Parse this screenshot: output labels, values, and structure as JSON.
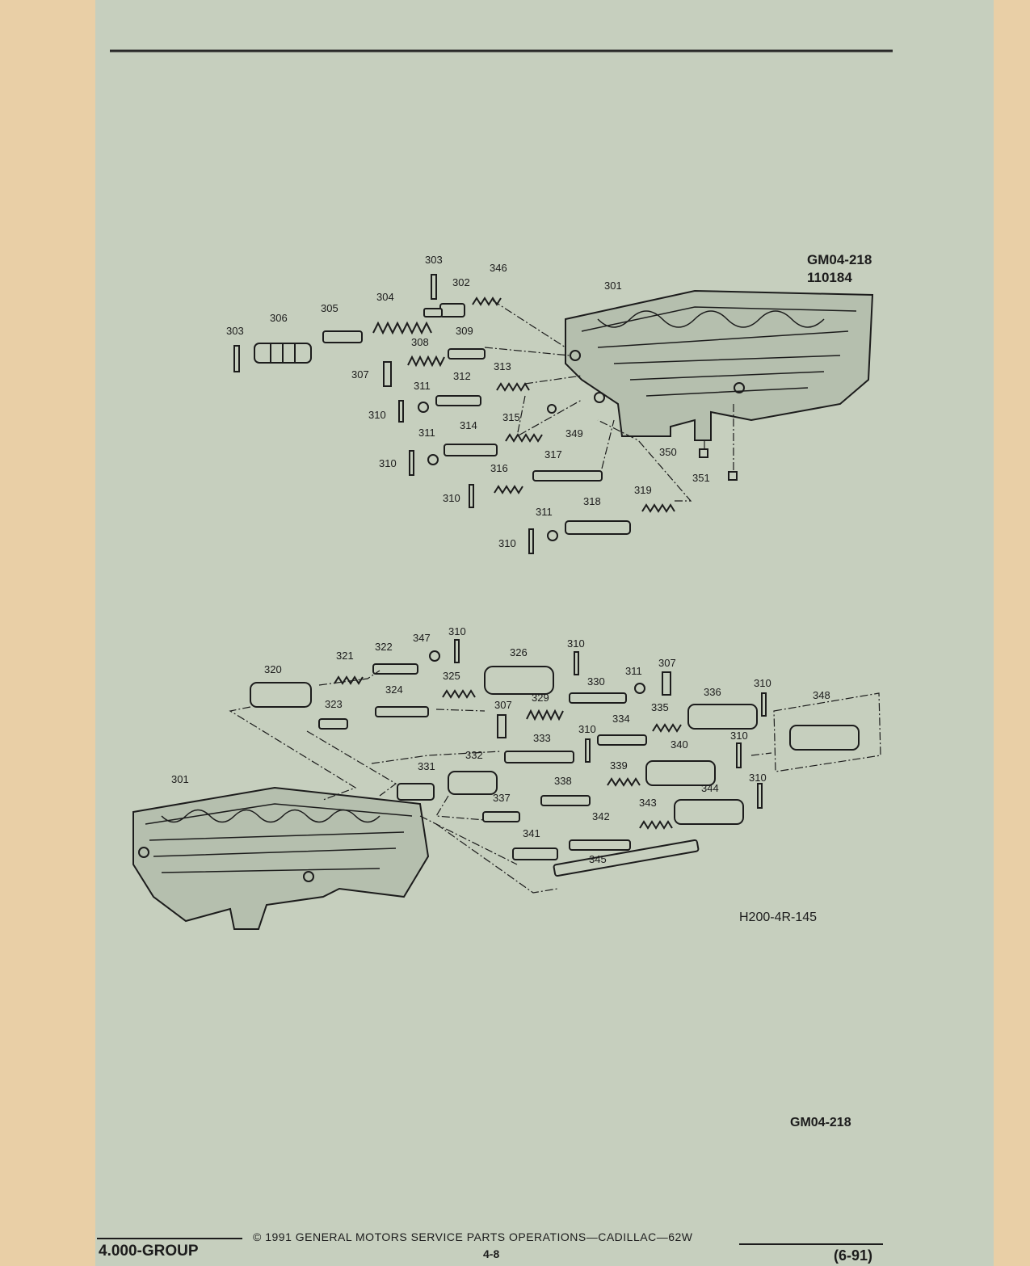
{
  "header_ref": {
    "code": "GM04-218",
    "number": "110184"
  },
  "drawing_ref": "H200-4R-145",
  "bottom_ref": "GM04-218",
  "footer": {
    "group": "4.000-GROUP",
    "copyright": "©  1991  GENERAL MOTORS SERVICE PARTS OPERATIONS—CADILLAC—62W",
    "page": "4-8",
    "date": "(6-91)"
  },
  "colors": {
    "paper": "#e9cfa6",
    "diagram_bg": "#c6cfbe",
    "ink": "#1c1c1c"
  },
  "callouts": [
    "301",
    "302",
    "303",
    "303",
    "304",
    "305",
    "306",
    "307",
    "308",
    "309",
    "310",
    "310",
    "310",
    "310",
    "311",
    "311",
    "311",
    "312",
    "313",
    "314",
    "315",
    "316",
    "317",
    "318",
    "319",
    "346",
    "349",
    "350",
    "351",
    "320",
    "321",
    "322",
    "323",
    "324",
    "325",
    "326",
    "347",
    "310",
    "310",
    "330",
    "311",
    "307",
    "329",
    "307",
    "336",
    "310",
    "348",
    "334",
    "335",
    "310",
    "333",
    "340",
    "310",
    "331",
    "332",
    "339",
    "338",
    "344",
    "310",
    "337",
    "343",
    "341",
    "342",
    "345",
    "301"
  ]
}
